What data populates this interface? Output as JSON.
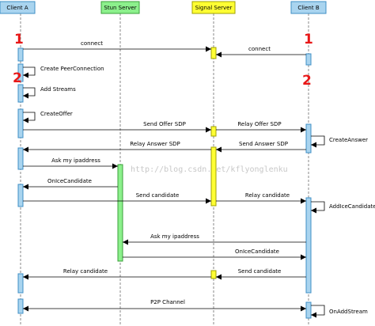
{
  "participants": {
    "client_a": "Client A",
    "stun_server": "Stun Server",
    "signal_server": "Signal Server",
    "client_b": "Client B"
  },
  "markers": {
    "a_step1": "1",
    "a_step2": "2",
    "b_step1": "1",
    "b_step2": "2"
  },
  "messages": {
    "connect_a": "connect",
    "connect_b": "connect",
    "create_peer_connection": "Create PeerConnection",
    "add_streams": "Add Streams",
    "create_offer": "CreateOffer",
    "send_offer_sdp": "Send Offer SDP",
    "relay_offer_sdp": "Relay Offer SDP",
    "create_answer": "CreateAnswer",
    "relay_answer_sdp": "Relay Answer SDP",
    "send_answer_sdp": "Send Answer SDP",
    "ask_ip_a": "Ask my ipaddress",
    "on_ice_candidate_a": "OnIceCandidate",
    "send_candidate_a": "Send candidate",
    "relay_candidate_b": "Relay candidate",
    "add_ice_candidate": "AddIceCandidate",
    "ask_ip_b": "Ask my ipaddress",
    "on_ice_candidate_b": "OnIceCandidate",
    "relay_candidate_a": "Relay candidate",
    "send_candidate_b": "Send candidate",
    "p2p_channel": "P2P Channel",
    "on_add_stream": "OnAddStream"
  },
  "watermark": "http://blog.csdn.net/kflyonglenku",
  "colors": {
    "client_fill": "#a9d4ef",
    "client_stroke": "#3f8fc6",
    "stun_fill": "#8cf08c",
    "stun_stroke": "#3aa03a",
    "signal_fill": "#ffff33",
    "signal_stroke": "#a0a000",
    "lifeline": "#888888",
    "arrow": "#000000",
    "marker": "#e81818"
  }
}
